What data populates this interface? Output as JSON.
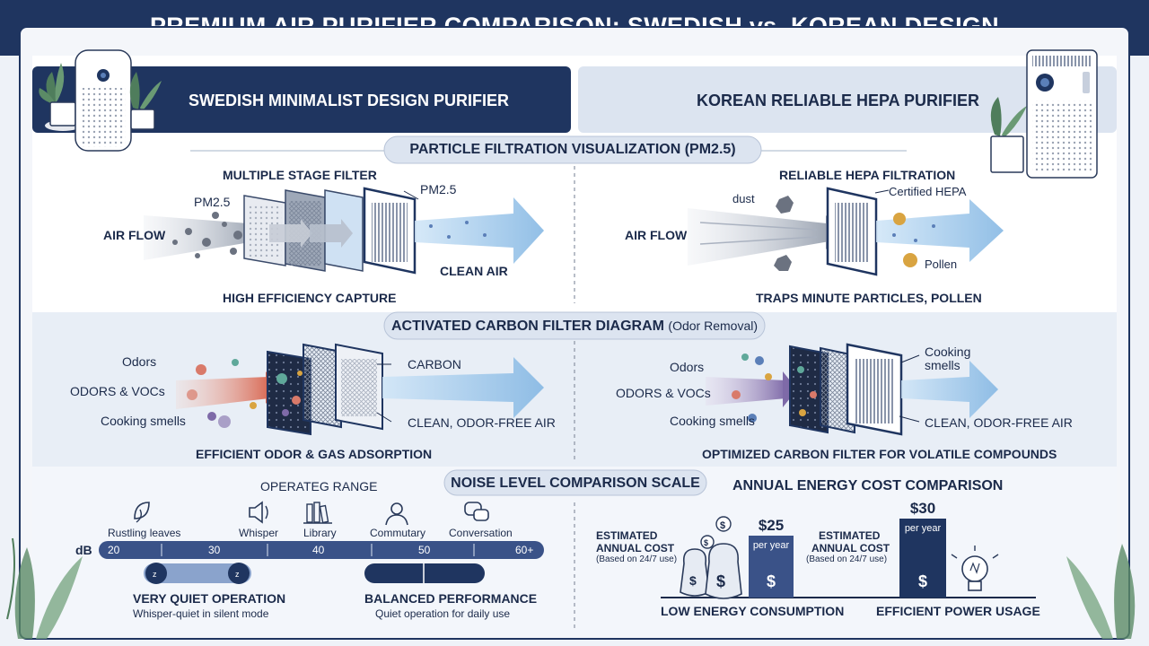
{
  "title": "PREMIUM AIR PURIFIER COMPARISON: SWEDISH vs. KOREAN DESIGN",
  "colors": {
    "navy": "#1f3560",
    "deep": "#1b2a4a",
    "lightpanel": "#dce4f0",
    "accent": "#5b7fb8",
    "arrow": "#8fbfe8",
    "bg": "#eef2f8"
  },
  "headers": {
    "left": "SWEDISH MINIMALIST DESIGN PURIFIER",
    "right": "KOREAN RELIABLE HEPA PURIFIER"
  },
  "particle": {
    "title": "PARTICLE FILTRATION VISUALIZATION (PM2.5)",
    "left": {
      "stage_title": "MULTIPLE STAGE FILTER",
      "pm_in": "PM2.5",
      "pm_out": "PM2.5",
      "airflow": "AIR FLOW",
      "clean": "CLEAN AIR",
      "caption": "HIGH EFFICIENCY CAPTURE"
    },
    "right": {
      "stage_title": "RELIABLE HEPA FILTRATION",
      "dust": "dust",
      "certified": "Certified HEPA",
      "airflow": "AIR FLOW",
      "pollen": "Pollen",
      "caption": "TRAPS MINUTE PARTICLES, POLLEN"
    }
  },
  "carbon": {
    "title_main": "ACTIVATED CARBON FILTER DIAGRAM",
    "title_sub": "(Odor Removal)",
    "left": {
      "odors": "Odors",
      "vocs": "ODORS & VOCs",
      "cooking": "Cooking smells",
      "carbon": "CARBON",
      "clean": "CLEAN, ODOR-FREE AIR",
      "caption": "EFFICIENT ODOR & GAS ADSORPTION"
    },
    "right": {
      "odors": "Odors",
      "vocs": "ODORS & VOCs",
      "cooking": "Cooking smells",
      "cooking_smells_top": "Cooking\nsmells",
      "clean": "CLEAN, ODOR-FREE AIR",
      "caption": "OPTIMIZED CARBON FILTER FOR VOLATILE COMPOUNDS"
    }
  },
  "noise": {
    "title": "NOISE LEVEL COMPARISON SCALE",
    "range_label": "OPERATEG RANGE",
    "unit": "dB",
    "ticks": [
      "20",
      "30",
      "40",
      "50",
      "60+"
    ],
    "references": [
      {
        "label": "Rustling leaves",
        "icon": "leaf-icon"
      },
      {
        "label": "Whisper",
        "icon": "speaker-icon"
      },
      {
        "label": "Library",
        "icon": "books-icon"
      },
      {
        "label": "Commutary",
        "icon": "person-icon"
      },
      {
        "label": "Conversation",
        "icon": "chat-icon"
      }
    ],
    "left_caption_title": "VERY QUIET OPERATION",
    "left_caption_sub": "Whisper-quiet in silent mode",
    "right_caption_title": "BALANCED PERFORMANCE",
    "right_caption_sub": "Quiet operation for daily use"
  },
  "energy": {
    "title": "ANNUAL ENERGY COST COMPARISON",
    "left": {
      "est1": "ESTIMATED",
      "est2": "ANNUAL COST",
      "basis": "(Based on 24/7 use)",
      "value": "$25",
      "per": "per year",
      "caption": "LOW ENERGY CONSUMPTION"
    },
    "right": {
      "est1": "ESTIMATED",
      "est2": "ANNUAL COST",
      "basis": "(Based on 24/7 use)",
      "value": "$30",
      "per": "per year",
      "caption": "EFFICIENT POWER USAGE"
    },
    "dollar": "$"
  }
}
